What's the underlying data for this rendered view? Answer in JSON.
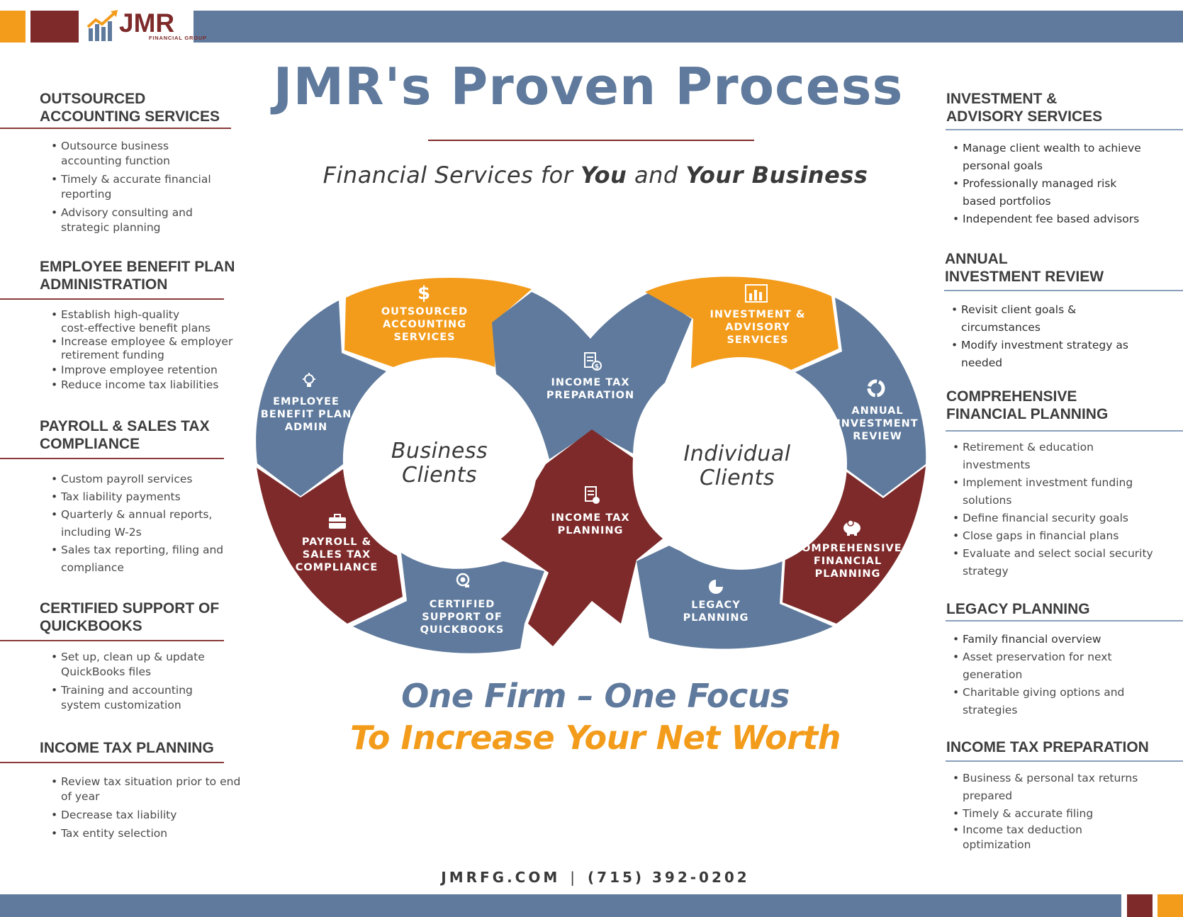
{
  "header": {
    "logo_text": "JMR",
    "logo_subtext": "FINANCIAL GROUP",
    "title": "JMR's Proven Process",
    "subtitle_prefix": "Financial Services for ",
    "subtitle_you": "You",
    "subtitle_and": " and ",
    "subtitle_business": "Your Business"
  },
  "colors": {
    "blue": "#5f7a9c",
    "orange": "#f39c1c",
    "maroon": "#7e2a2a",
    "dark_text": "#3d3d3d"
  },
  "left_sections": [
    {
      "title_lines": [
        "OUTSOURCED",
        "ACCOUNTING SERVICES"
      ],
      "items": [
        [
          "Outsource business",
          "accounting function"
        ],
        [
          "Timely & accurate financial",
          "reporting"
        ],
        [
          "Advisory consulting and",
          "strategic planning"
        ]
      ]
    },
    {
      "title_lines": [
        "EMPLOYEE BENEFIT PLAN",
        "ADMINISTRATION"
      ],
      "items": [
        [
          "Establish high-quality",
          "cost-effective benefit plans"
        ],
        [
          "Increase employee & employer",
          "retirement funding"
        ],
        [
          "Improve employee retention"
        ],
        [
          "Reduce income tax liabilities"
        ]
      ]
    },
    {
      "title_lines": [
        "PAYROLL & SALES TAX",
        "COMPLIANCE"
      ],
      "items": [
        [
          "Custom payroll services"
        ],
        [
          "Tax liability payments"
        ],
        [
          "Quarterly & annual reports,",
          "including W-2s"
        ],
        [
          "Sales tax reporting, filing and",
          "compliance"
        ]
      ]
    },
    {
      "title_lines": [
        "CERTIFIED SUPPORT OF",
        "QUICKBOOKS"
      ],
      "items": [
        [
          "Set up, clean up & update",
          "QuickBooks files"
        ],
        [
          "Training and accounting",
          "system customization"
        ]
      ]
    },
    {
      "title_lines": [
        "INCOME TAX PLANNING"
      ],
      "items": [
        [
          "Review tax situation prior to end",
          "of year"
        ],
        [
          "Decrease tax liability"
        ],
        [
          "Tax entity selection"
        ]
      ]
    }
  ],
  "right_sections": [
    {
      "title_lines": [
        "INVESTMENT &",
        "ADVISORY SERVICES"
      ],
      "items": [
        [
          "Manage client wealth to achieve",
          "personal goals"
        ],
        [
          "Professionally managed risk",
          "based portfolios"
        ],
        [
          "Independent fee based advisors"
        ]
      ]
    },
    {
      "title_lines": [
        "ANNUAL",
        "INVESTMENT REVIEW"
      ],
      "items": [
        [
          "Revisit client goals &",
          "circumstances"
        ],
        [
          "Modify investment strategy as",
          "needed"
        ]
      ]
    },
    {
      "title_lines": [
        "COMPREHENSIVE",
        "FINANCIAL PLANNING"
      ],
      "items": [
        [
          "Retirement & education",
          "investments"
        ],
        [
          "Implement investment funding",
          "solutions"
        ],
        [
          "Define financial security goals"
        ],
        [
          "Close gaps in financial plans"
        ],
        [
          "Evaluate and select social security",
          "strategy"
        ]
      ]
    },
    {
      "title_lines": [
        "LEGACY PLANNING"
      ],
      "items": [
        [
          "Family financial overview"
        ],
        [
          "Asset preservation for next",
          "generation"
        ],
        [
          "Charitable giving options and",
          "strategies"
        ]
      ]
    },
    {
      "title_lines": [
        "INCOME TAX PREPARATION"
      ],
      "items": [
        [
          "Business & personal tax returns",
          "prepared"
        ],
        [
          "Timely & accurate filing"
        ],
        [
          "Income tax deduction",
          "optimization"
        ]
      ]
    }
  ],
  "diagram": {
    "business_clients": [
      "Business",
      "Clients"
    ],
    "individual_clients": [
      "Individual",
      "Clients"
    ],
    "segments": {
      "outsourced": [
        "OUTSOURCED",
        "ACCOUNTING",
        "SERVICES"
      ],
      "employee": [
        "EMPLOYEE",
        "BENEFIT PLAN",
        "ADMIN"
      ],
      "payroll": [
        "PAYROLL &",
        "SALES TAX",
        "COMPLIANCE"
      ],
      "quickbooks": [
        "CERTIFIED",
        "SUPPORT OF",
        "QUICKBOOKS"
      ],
      "tax_prep": [
        "INCOME TAX",
        "PREPARATION"
      ],
      "tax_planning": [
        "INCOME TAX",
        "PLANNING"
      ],
      "investment": [
        "INVESTMENT &",
        "ADVISORY",
        "SERVICES"
      ],
      "annual": [
        "ANNUAL",
        "INVESTMENT",
        "REVIEW"
      ],
      "comprehensive": [
        "COMPREHENSIVE",
        "FINANCIAL",
        "PLANNING"
      ],
      "legacy": [
        "LEGACY",
        "PLANNING"
      ]
    },
    "icons": {
      "outsourced": "dollar-icon",
      "employee": "lightbulb-icon",
      "payroll": "briefcase-icon",
      "quickbooks": "support-headset-icon",
      "tax_prep": "tax-form-icon",
      "tax_planning": "document-coin-icon",
      "investment": "bar-chart-icon",
      "annual": "cycle-icon",
      "comprehensive": "piggy-bank-icon",
      "legacy": "pie-chart-icon"
    }
  },
  "tagline": {
    "line1": "One Firm – One Focus",
    "line2": "To Increase Your Net Worth"
  },
  "footer": {
    "website": "JMRFG.COM",
    "separator": "|",
    "phone": "(715) 392-0202"
  }
}
